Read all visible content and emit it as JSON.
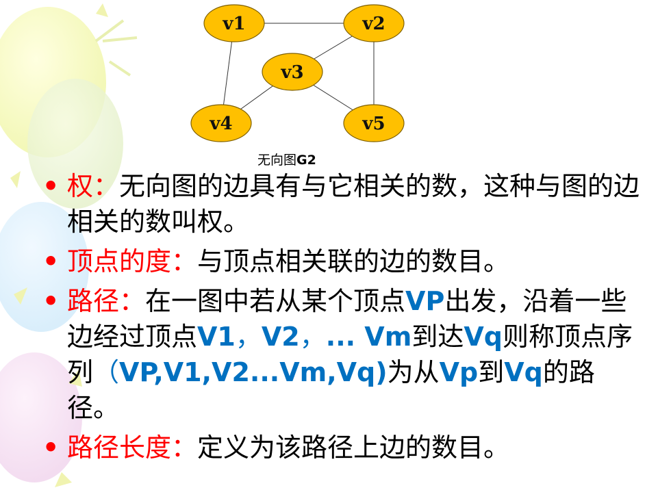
{
  "graph": {
    "nodes": [
      {
        "id": "v1",
        "label": "v1"
      },
      {
        "id": "v2",
        "label": "v2"
      },
      {
        "id": "v3",
        "label": "v3"
      },
      {
        "id": "v4",
        "label": "v4"
      },
      {
        "id": "v5",
        "label": "v5"
      }
    ],
    "edges": [
      [
        "v1",
        "v2"
      ],
      [
        "v1",
        "v4"
      ],
      [
        "v2",
        "v3"
      ],
      [
        "v2",
        "v5"
      ],
      [
        "v3",
        "v4"
      ],
      [
        "v3",
        "v5"
      ]
    ],
    "node_fill": "#ffc000",
    "caption_text": "无向图",
    "caption_g2": "G2"
  },
  "items": [
    {
      "term": "权",
      "colon": "：",
      "seg1": "无向图的边具有与它相关的数，这种与图的边相关的数叫权。"
    },
    {
      "term": "顶点的度",
      "colon": "：",
      "seg1": "与顶点相关联的边的数目。"
    },
    {
      "term": "路径",
      "colon": "：",
      "seg1": "在一图中若从某个顶点",
      "vp": "VP",
      "seg2": "出发，沿着一些边经过顶点",
      "v1": "V1",
      "comma1": "，",
      "v2": "V2",
      "comma2": "，",
      "vm": "... Vm",
      "seg3": "到达",
      "vq": "Vq",
      "seg4": "则称顶点序列",
      "paren": "（",
      "seq": "VP,V1,V2...Vm,Vq)",
      "seg5": "为从",
      "vp2": "Vp",
      "seg6": "到",
      "vq2": "Vq",
      "seg7": "的路径。"
    },
    {
      "term": "路径长度",
      "colon": "：",
      "seg1": "定义为该路径上边的数目。"
    }
  ],
  "bullet_char": "•",
  "colors": {
    "term": "#ff0000",
    "highlight": "#0070c0",
    "node": "#ffc000"
  }
}
